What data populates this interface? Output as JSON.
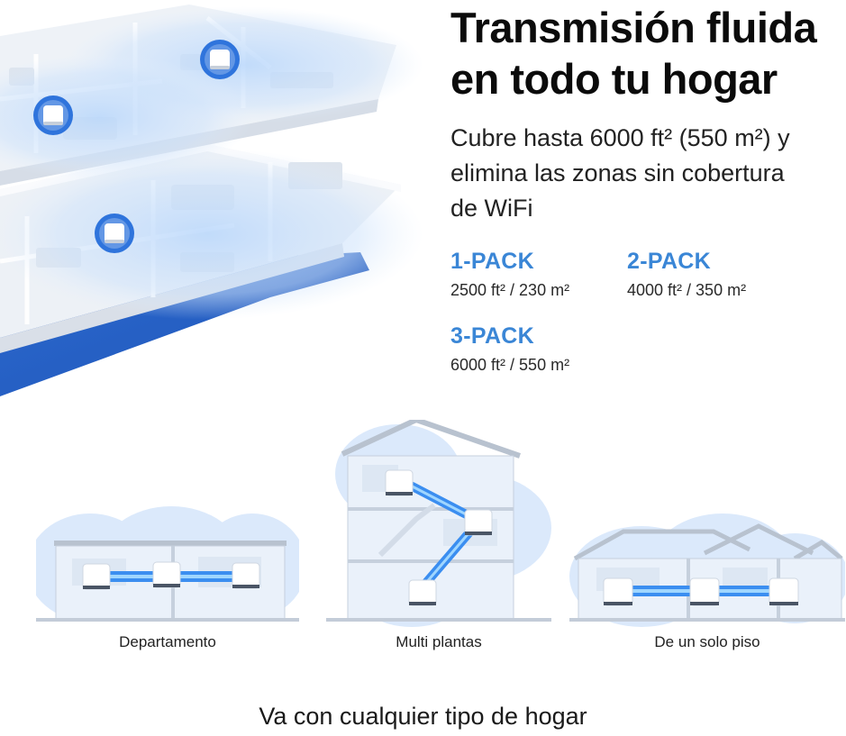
{
  "headline": {
    "line1": "Transmisión fluida",
    "line2": "en todo tu hogar"
  },
  "subhead": {
    "line1": "Cubre hasta 6000 ft² (550 m²) y",
    "line2": "elimina las zonas sin cobertura",
    "line3": "de WiFi"
  },
  "packs": [
    {
      "title": "1-PACK",
      "area": "2500 ft² / 230 m²"
    },
    {
      "title": "2-PACK",
      "area": "4000 ft² / 350 m²"
    },
    {
      "title": "3-PACK",
      "area": "6000 ft² / 550 m²"
    }
  ],
  "house_types": [
    {
      "label": "Departamento"
    },
    {
      "label": "Multi plantas"
    },
    {
      "label": "De un solo piso"
    }
  ],
  "footer": "Va con cualquier tipo de hogar",
  "colors": {
    "accent": "#3a86d6",
    "base_blue": "#2f6fd3",
    "coverage": "#9cc6f5",
    "link_blue": "#3b8ef0"
  }
}
